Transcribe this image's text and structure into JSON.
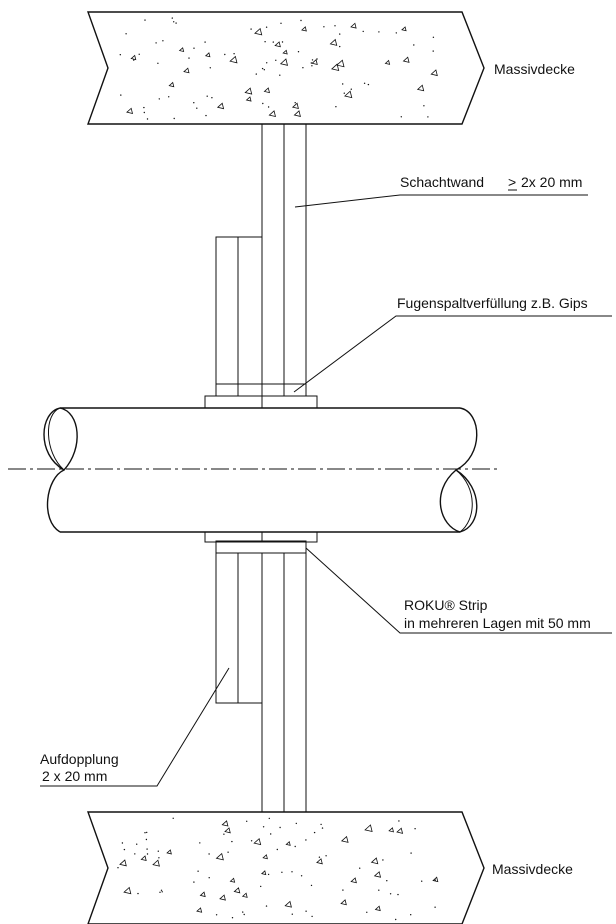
{
  "labels": {
    "ceiling_top": "Massivdecke",
    "ceiling_bottom": "Massivdecke",
    "shaft_wall": "Schachtwand",
    "shaft_wall_spec": "2x 20 mm",
    "joint_fill": "Fugenspaltverfüllung z.B. Gips",
    "strip_line1": "ROKU® Strip",
    "strip_line2": "in mehreren Lagen mit 50 mm",
    "doubling_line1": "Aufdopplung",
    "doubling_line2": "2 x 20 mm"
  },
  "colors": {
    "ink": "#111111",
    "background": "#ffffff"
  }
}
